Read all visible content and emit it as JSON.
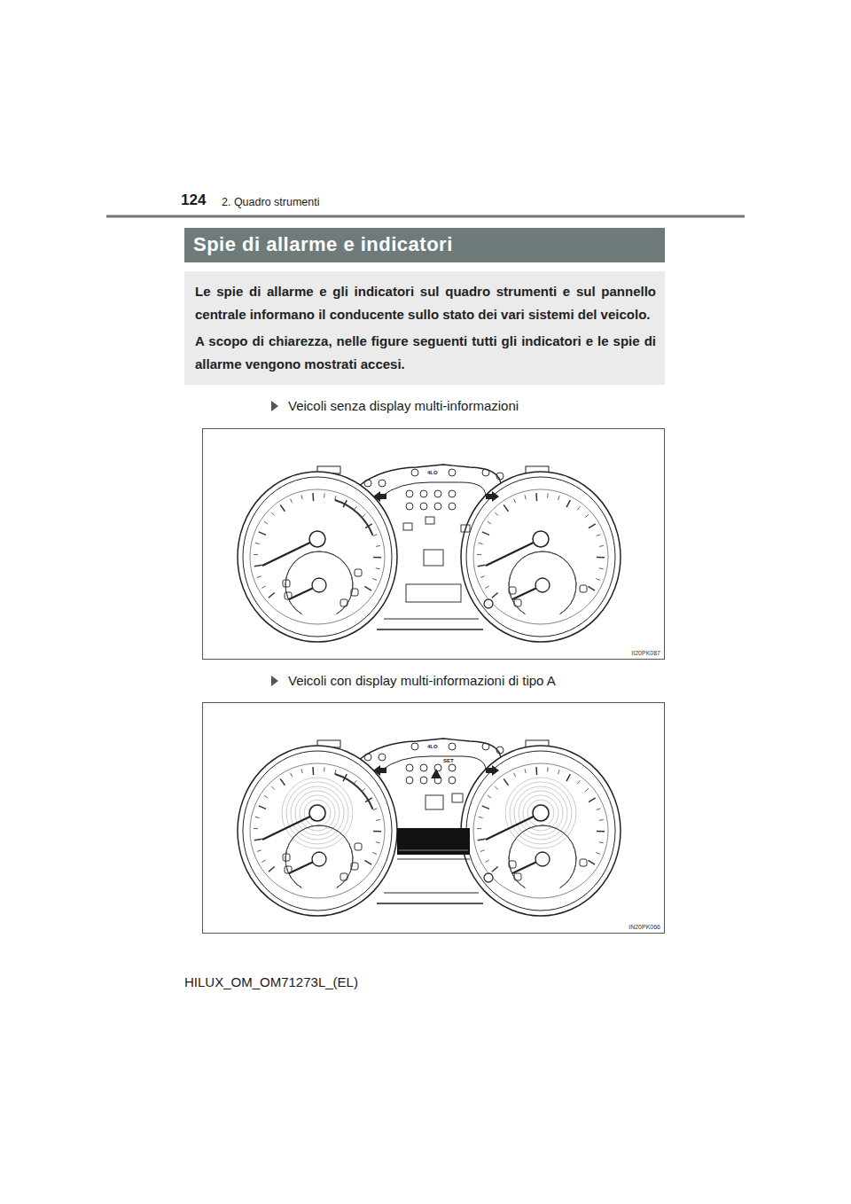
{
  "diagram": {
    "title": "Spie di allarme e indicatori",
    "nodes": [
      {
        "text": [
          "Le spie di allarme e gli indicatori sul quadro strumenti e sul pannello centrale informano il conducente sullo stato dei vari sistemi del veicolo.",
          "A scopo di chiarezza, nelle figure seguenti tutti gli indicatori e le spie di allarme vengono mostrati accesi."
        ]
      },
      {
        "text": [
          "II20PK087"
        ]
      },
      {
        "text": [
          "IN20PK066"
        ]
      }
    ],
    "labels": [
      "124",
      "2. Quadro strumenti",
      "Veicoli senza display multi-informazioni",
      "4LO",
      "Veicoli con display multi-informazioni di tipo A",
      "4LO",
      "SET",
      "HILUX_OM_OM71273L_(EL)"
    ]
  }
}
